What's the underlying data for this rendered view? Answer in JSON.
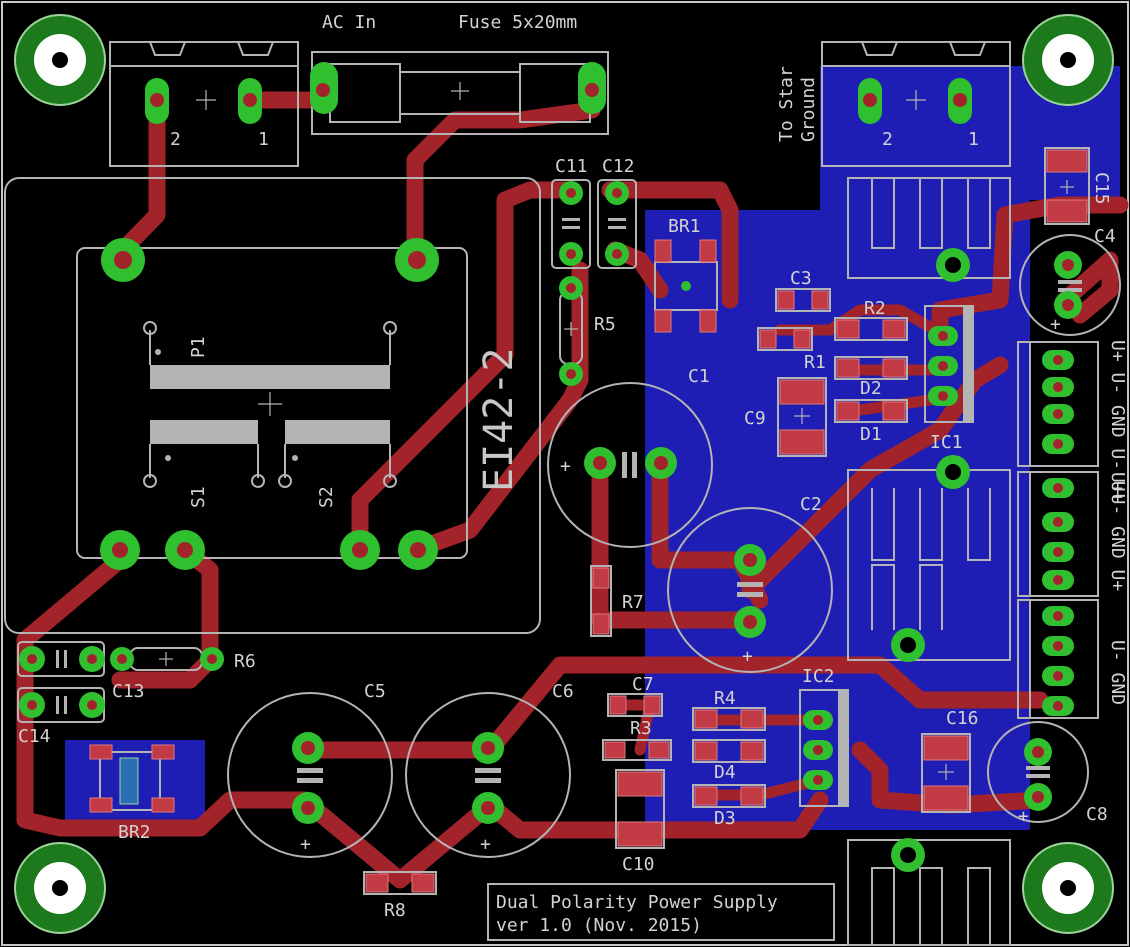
{
  "board": {
    "title_line1": "Dual Polarity Power Supply",
    "title_line2": "ver 1.0 (Nov. 2015)"
  },
  "labels": {
    "ac_in": "AC In",
    "fuse": "Fuse 5x20mm",
    "to_star": "To Star",
    "ground": "Ground",
    "transformer": "EI42-2",
    "p1": "P1",
    "s1": "S1",
    "s2": "S2",
    "pin2_left": "2",
    "pin1_left": "1",
    "pin2_right": "2",
    "pin1_right": "1",
    "c1": "C1",
    "c2": "C2",
    "c3": "C3",
    "c4": "C4",
    "c5": "C5",
    "c6": "C6",
    "c7": "C7",
    "c8": "C8",
    "c9": "C9",
    "c10": "C10",
    "c11": "C11",
    "c12": "C12",
    "c13": "C13",
    "c14": "C14",
    "c15": "C15",
    "c16": "C16",
    "r1": "R1",
    "r2": "R2",
    "r3": "R3",
    "r4": "R4",
    "r5": "R5",
    "r6": "R6",
    "r7": "R7",
    "r8": "R8",
    "d1": "D1",
    "d2": "D2",
    "d3": "D3",
    "d4": "D4",
    "br1": "BR1",
    "br2": "BR2",
    "ic1": "IC1",
    "ic2": "IC2",
    "conn1": "U+ U- GND U- U+",
    "conn2": "U+U- GND U+",
    "conn3": "U- GND",
    "plus": "+"
  },
  "colors": {
    "background": "#000000",
    "copper_top": "#a3232a",
    "ground_pour": "#1e1eb4",
    "pad": "#2fbf2f",
    "silkscreen": "#b4b4b4"
  }
}
